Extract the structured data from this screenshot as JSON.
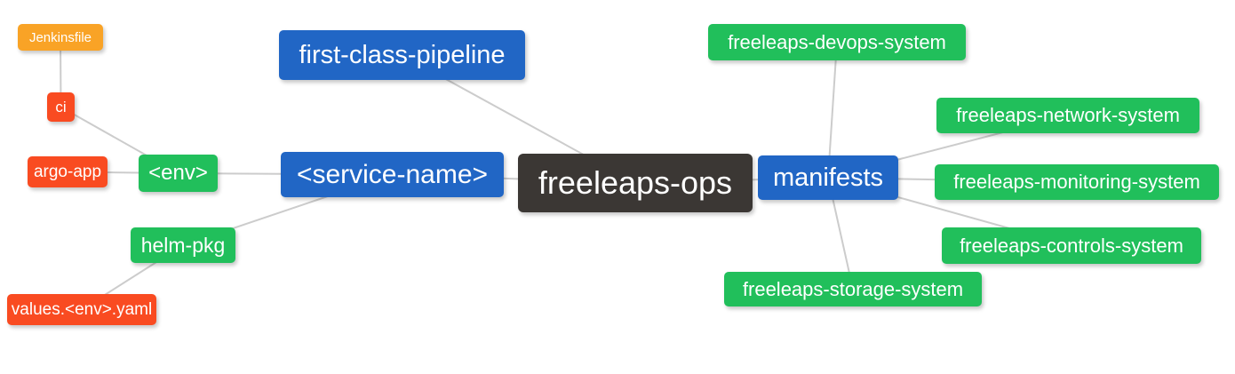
{
  "nodes": {
    "jenkinsfile": {
      "label": "Jenkinsfile",
      "color": "#F9A326"
    },
    "ci": {
      "label": "ci",
      "color": "#F94B21"
    },
    "argo_app": {
      "label": "argo-app",
      "color": "#F94B21"
    },
    "env": {
      "label": "<env>",
      "color": "#21BF5B"
    },
    "helm_pkg": {
      "label": "helm-pkg",
      "color": "#21BF5B"
    },
    "values_env_yaml": {
      "label": "values.<env>.yaml",
      "color": "#F94B21"
    },
    "first_class_pipeline": {
      "label": "first-class-pipeline",
      "color": "#2166C5"
    },
    "service_name": {
      "label": "<service-name>",
      "color": "#2166C5"
    },
    "freeleaps_ops": {
      "label": "freeleaps-ops",
      "color": "#3B3734"
    },
    "manifests": {
      "label": "manifests",
      "color": "#2166C5"
    },
    "devops_system": {
      "label": "freeleaps-devops-system",
      "color": "#21BF5B"
    },
    "network_system": {
      "label": "freeleaps-network-system",
      "color": "#21BF5B"
    },
    "monitoring_system": {
      "label": "freeleaps-monitoring-system",
      "color": "#21BF5B"
    },
    "controls_system": {
      "label": "freeleaps-controls-system",
      "color": "#21BF5B"
    },
    "storage_system": {
      "label": "freeleaps-storage-system",
      "color": "#21BF5B"
    }
  },
  "edges": [
    {
      "from": "jenkinsfile",
      "to": "ci"
    },
    {
      "from": "ci",
      "to": "env"
    },
    {
      "from": "argo_app",
      "to": "env"
    },
    {
      "from": "env",
      "to": "service_name"
    },
    {
      "from": "helm_pkg",
      "to": "service_name"
    },
    {
      "from": "values_env_yaml",
      "to": "helm_pkg"
    },
    {
      "from": "first_class_pipeline",
      "to": "freeleaps_ops"
    },
    {
      "from": "service_name",
      "to": "freeleaps_ops"
    },
    {
      "from": "freeleaps_ops",
      "to": "manifests"
    },
    {
      "from": "manifests",
      "to": "devops_system"
    },
    {
      "from": "manifests",
      "to": "network_system"
    },
    {
      "from": "manifests",
      "to": "monitoring_system"
    },
    {
      "from": "manifests",
      "to": "controls_system"
    },
    {
      "from": "manifests",
      "to": "storage_system"
    }
  ],
  "palette": {
    "blue": "#2166C5",
    "green": "#21BF5B",
    "red_orange": "#F94B21",
    "orange": "#F9A326",
    "dark": "#3B3734",
    "edge_gray": "#CCCCCC",
    "text": "#FFFFFF",
    "background": "#FFFFFF"
  }
}
